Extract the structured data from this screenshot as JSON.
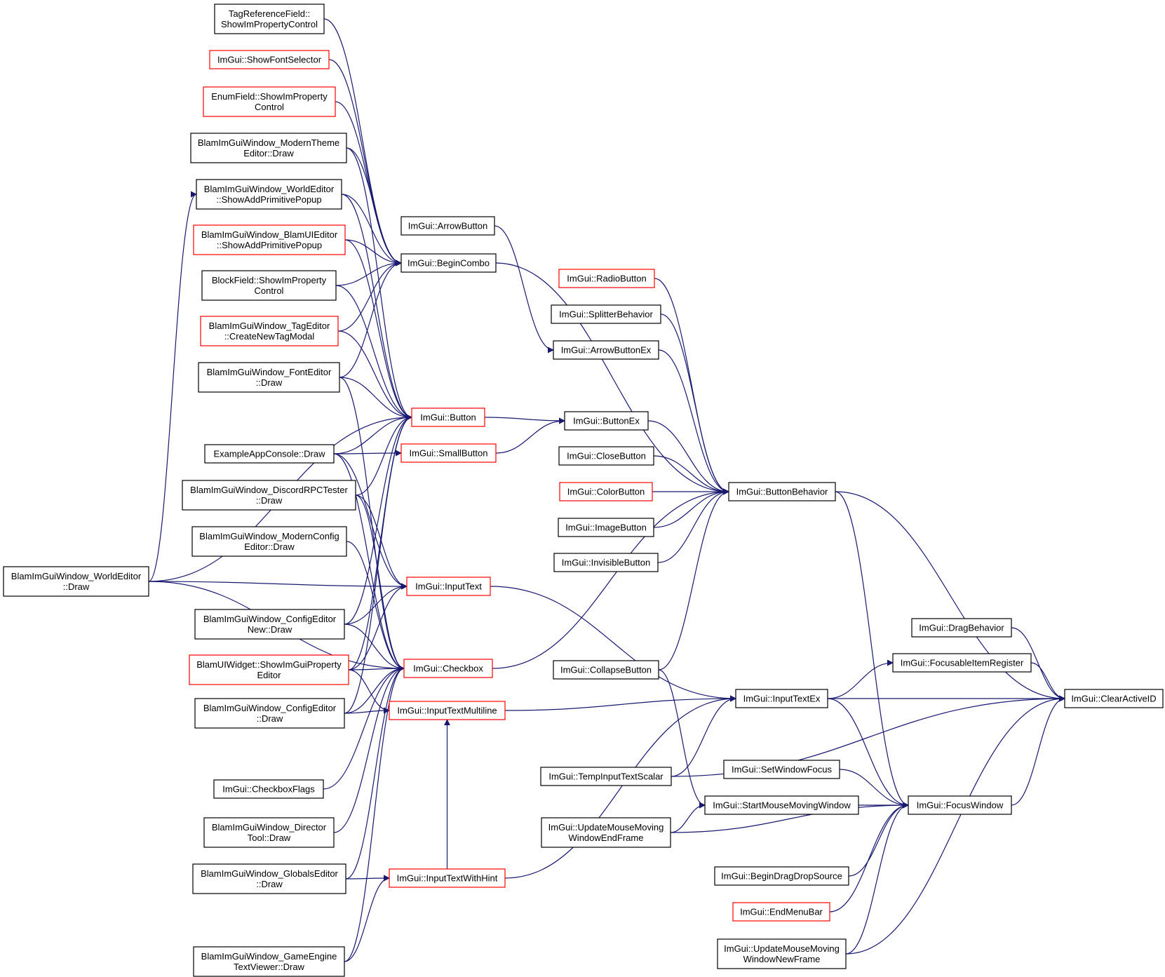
{
  "colors": {
    "edge": "#191970",
    "border_default": "#000000",
    "border_incomplete": "#ff0000",
    "root_fill": "#bfbfbf",
    "background": "#ffffff"
  },
  "nodes": [
    {
      "id": "tagref",
      "lines": [
        "TagReferenceField::",
        "ShowImPropertyControl"
      ],
      "border": "black"
    },
    {
      "id": "showfont",
      "lines": [
        "ImGui::ShowFontSelector"
      ],
      "border": "red"
    },
    {
      "id": "enumfield",
      "lines": [
        "EnumField::ShowImProperty",
        "Control"
      ],
      "border": "red"
    },
    {
      "id": "moderntheme",
      "lines": [
        "BlamImGuiWindow_ModernTheme",
        "Editor::Draw"
      ],
      "border": "black"
    },
    {
      "id": "worldaddprim",
      "lines": [
        "BlamImGuiWindow_WorldEditor",
        "::ShowAddPrimitivePopup"
      ],
      "border": "black"
    },
    {
      "id": "blamuiaddprim",
      "lines": [
        "BlamImGuiWindow_BlamUIEditor",
        "::ShowAddPrimitivePopup"
      ],
      "border": "red"
    },
    {
      "id": "blockfield",
      "lines": [
        "BlockField::ShowImProperty",
        "Control"
      ],
      "border": "black"
    },
    {
      "id": "tagedmodal",
      "lines": [
        "BlamImGuiWindow_TagEditor",
        "::CreateNewTagModal"
      ],
      "border": "red"
    },
    {
      "id": "fontedraw",
      "lines": [
        "BlamImGuiWindow_FontEditor",
        "::Draw"
      ],
      "border": "black"
    },
    {
      "id": "appconsole",
      "lines": [
        "ExampleAppConsole::Draw"
      ],
      "border": "black"
    },
    {
      "id": "discord",
      "lines": [
        "BlamImGuiWindow_DiscordRPCTester",
        "::Draw"
      ],
      "border": "black"
    },
    {
      "id": "modernconfig",
      "lines": [
        "BlamImGuiWindow_ModernConfig",
        "Editor::Draw"
      ],
      "border": "black"
    },
    {
      "id": "worlddraw",
      "lines": [
        "BlamImGuiWindow_WorldEditor",
        "::Draw"
      ],
      "border": "black"
    },
    {
      "id": "confignew",
      "lines": [
        "BlamImGuiWindow_ConfigEditor",
        "New::Draw"
      ],
      "border": "black"
    },
    {
      "id": "blamuiwidget",
      "lines": [
        "BlamUIWidget::ShowImGuiProperty",
        "Editor"
      ],
      "border": "red"
    },
    {
      "id": "configdraw",
      "lines": [
        "BlamImGuiWindow_ConfigEditor",
        "::Draw"
      ],
      "border": "black"
    },
    {
      "id": "checkboxflags",
      "lines": [
        "ImGui::CheckboxFlags"
      ],
      "border": "black"
    },
    {
      "id": "directortool",
      "lines": [
        "BlamImGuiWindow_Director",
        "Tool::Draw"
      ],
      "border": "black"
    },
    {
      "id": "globalsed",
      "lines": [
        "BlamImGuiWindow_GlobalsEditor",
        "::Draw"
      ],
      "border": "black"
    },
    {
      "id": "gameengine",
      "lines": [
        "BlamImGuiWindow_GameEngine",
        "TextViewer::Draw"
      ],
      "border": "black"
    },
    {
      "id": "arrowbutton",
      "lines": [
        "ImGui::ArrowButton"
      ],
      "border": "black"
    },
    {
      "id": "begincombo",
      "lines": [
        "ImGui::BeginCombo"
      ],
      "border": "black"
    },
    {
      "id": "button",
      "lines": [
        "ImGui::Button"
      ],
      "border": "red"
    },
    {
      "id": "smallbutton",
      "lines": [
        "ImGui::SmallButton"
      ],
      "border": "red"
    },
    {
      "id": "inputtext",
      "lines": [
        "ImGui::InputText"
      ],
      "border": "red"
    },
    {
      "id": "checkbox",
      "lines": [
        "ImGui::Checkbox"
      ],
      "border": "red"
    },
    {
      "id": "inputtextml",
      "lines": [
        "ImGui::InputTextMultiline"
      ],
      "border": "red"
    },
    {
      "id": "inputtexthint",
      "lines": [
        "ImGui::InputTextWithHint"
      ],
      "border": "red"
    },
    {
      "id": "radiobutton",
      "lines": [
        "ImGui::RadioButton"
      ],
      "border": "red"
    },
    {
      "id": "splitter",
      "lines": [
        "ImGui::SplitterBehavior"
      ],
      "border": "black"
    },
    {
      "id": "arrowbuttonex",
      "lines": [
        "ImGui::ArrowButtonEx"
      ],
      "border": "black"
    },
    {
      "id": "buttonex",
      "lines": [
        "ImGui::ButtonEx"
      ],
      "border": "black"
    },
    {
      "id": "closebutton",
      "lines": [
        "ImGui::CloseButton"
      ],
      "border": "black"
    },
    {
      "id": "colorbutton",
      "lines": [
        "ImGui::ColorButton"
      ],
      "border": "red"
    },
    {
      "id": "imagebutton",
      "lines": [
        "ImGui::ImageButton"
      ],
      "border": "black"
    },
    {
      "id": "invisiblebutton",
      "lines": [
        "ImGui::InvisibleButton"
      ],
      "border": "black"
    },
    {
      "id": "collapsebutton",
      "lines": [
        "ImGui::CollapseButton"
      ],
      "border": "black"
    },
    {
      "id": "tempinput",
      "lines": [
        "ImGui::TempInputTextScalar"
      ],
      "border": "black"
    },
    {
      "id": "updatemouseend",
      "lines": [
        "ImGui::UpdateMouseMoving",
        "WindowEndFrame"
      ],
      "border": "black"
    },
    {
      "id": "buttonbehavior",
      "lines": [
        "ImGui::ButtonBehavior"
      ],
      "border": "black"
    },
    {
      "id": "inputtextex",
      "lines": [
        "ImGui::InputTextEx"
      ],
      "border": "black"
    },
    {
      "id": "setwindowfocus",
      "lines": [
        "ImGui::SetWindowFocus"
      ],
      "border": "black"
    },
    {
      "id": "startmouse",
      "lines": [
        "ImGui::StartMouseMovingWindow"
      ],
      "border": "black"
    },
    {
      "id": "begindrag",
      "lines": [
        "ImGui::BeginDragDropSource"
      ],
      "border": "black"
    },
    {
      "id": "endmenubar",
      "lines": [
        "ImGui::EndMenuBar"
      ],
      "border": "red"
    },
    {
      "id": "updatemousenew",
      "lines": [
        "ImGui::UpdateMouseMoving",
        "WindowNewFrame"
      ],
      "border": "black"
    },
    {
      "id": "dragbehavior",
      "lines": [
        "ImGui::DragBehavior"
      ],
      "border": "black"
    },
    {
      "id": "focusable",
      "lines": [
        "ImGui::FocusableItemRegister"
      ],
      "border": "black"
    },
    {
      "id": "focuswindow",
      "lines": [
        "ImGui::FocusWindow"
      ],
      "border": "black"
    },
    {
      "id": "clearactive",
      "lines": [
        "ImGui::ClearActiveID"
      ],
      "border": "root"
    }
  ]
}
